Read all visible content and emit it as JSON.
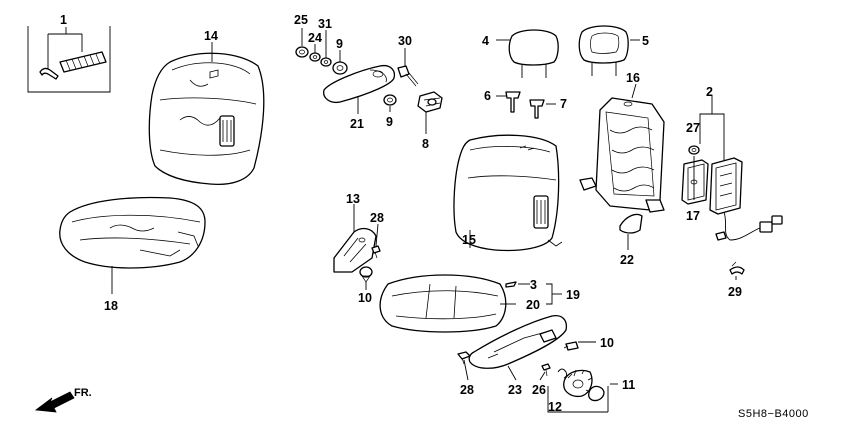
{
  "diagram": {
    "code": "S5H8−B4000",
    "direction_label": "FR.",
    "callouts": [
      {
        "id": "c1",
        "text": "1"
      },
      {
        "id": "c2",
        "text": "2"
      },
      {
        "id": "c3",
        "text": "3"
      },
      {
        "id": "c4",
        "text": "4"
      },
      {
        "id": "c5",
        "text": "5"
      },
      {
        "id": "c6",
        "text": "6"
      },
      {
        "id": "c7",
        "text": "7"
      },
      {
        "id": "c8",
        "text": "8"
      },
      {
        "id": "c9a",
        "text": "9"
      },
      {
        "id": "c9b",
        "text": "9"
      },
      {
        "id": "c10a",
        "text": "10"
      },
      {
        "id": "c10b",
        "text": "10"
      },
      {
        "id": "c11",
        "text": "11"
      },
      {
        "id": "c12",
        "text": "12"
      },
      {
        "id": "c13",
        "text": "13"
      },
      {
        "id": "c14",
        "text": "14"
      },
      {
        "id": "c15",
        "text": "15"
      },
      {
        "id": "c16",
        "text": "16"
      },
      {
        "id": "c17",
        "text": "17"
      },
      {
        "id": "c18",
        "text": "18"
      },
      {
        "id": "c19",
        "text": "19"
      },
      {
        "id": "c20",
        "text": "20"
      },
      {
        "id": "c21",
        "text": "21"
      },
      {
        "id": "c22",
        "text": "22"
      },
      {
        "id": "c23",
        "text": "23"
      },
      {
        "id": "c24",
        "text": "24"
      },
      {
        "id": "c25",
        "text": "25"
      },
      {
        "id": "c26",
        "text": "26"
      },
      {
        "id": "c27",
        "text": "27"
      },
      {
        "id": "c28a",
        "text": "28"
      },
      {
        "id": "c28b",
        "text": "28"
      },
      {
        "id": "c29",
        "text": "29"
      },
      {
        "id": "c30",
        "text": "30"
      },
      {
        "id": "c31",
        "text": "31"
      }
    ]
  }
}
